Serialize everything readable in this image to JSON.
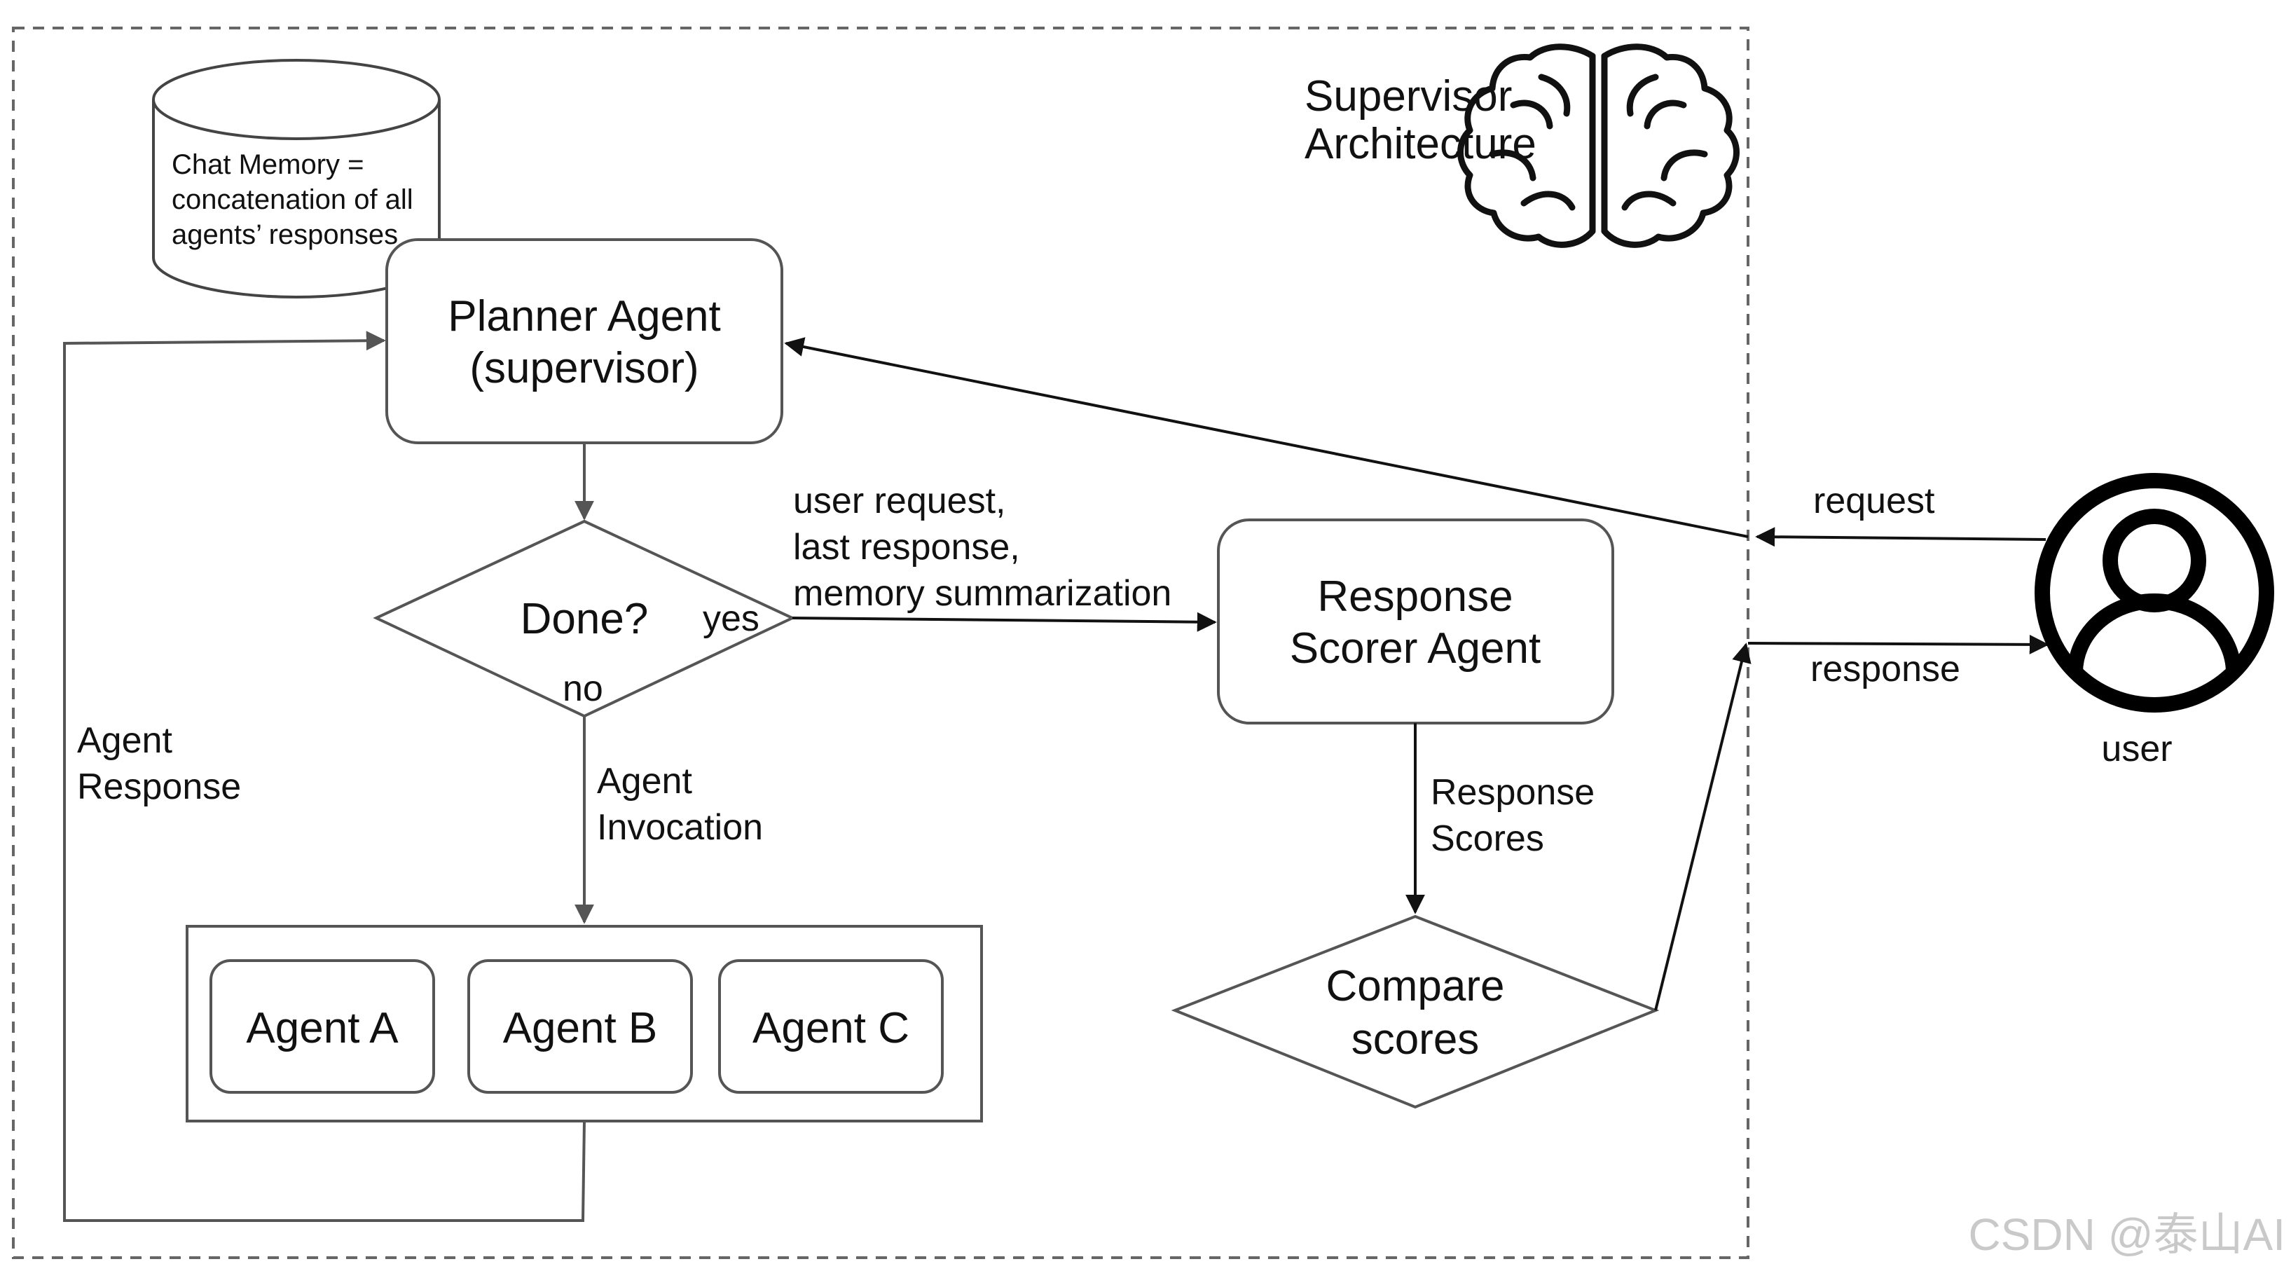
{
  "title": {
    "line1": "Supervisor",
    "line2": "Architecture"
  },
  "memory": {
    "line1": "Chat Memory =",
    "line2": "concatenation of all",
    "line3": "agents’ responses"
  },
  "planner": {
    "line1": "Planner Agent",
    "line2": "(supervisor)"
  },
  "done": {
    "label": "Done?",
    "yes": "yes",
    "no": "no"
  },
  "edge_to_scorer": {
    "line1": "user request,",
    "line2": "last response,",
    "line3": "memory summarization"
  },
  "scorer": {
    "line1": "Response",
    "line2": "Scorer Agent"
  },
  "scores_edge": {
    "line1": "Response",
    "line2": "Scores"
  },
  "compare": {
    "line1": "Compare",
    "line2": "scores"
  },
  "invocation_edge": {
    "line1": "Agent",
    "line2": "Invocation"
  },
  "agents": [
    "Agent A",
    "Agent B",
    "Agent C"
  ],
  "feedback_edge": {
    "line1": "Agent",
    "line2": "Response"
  },
  "request_label": "request",
  "response_label": "response",
  "user_label": "user",
  "watermark": "CSDN @泰山AI",
  "icons": [
    "brain-icon",
    "database-icon",
    "user-icon"
  ]
}
